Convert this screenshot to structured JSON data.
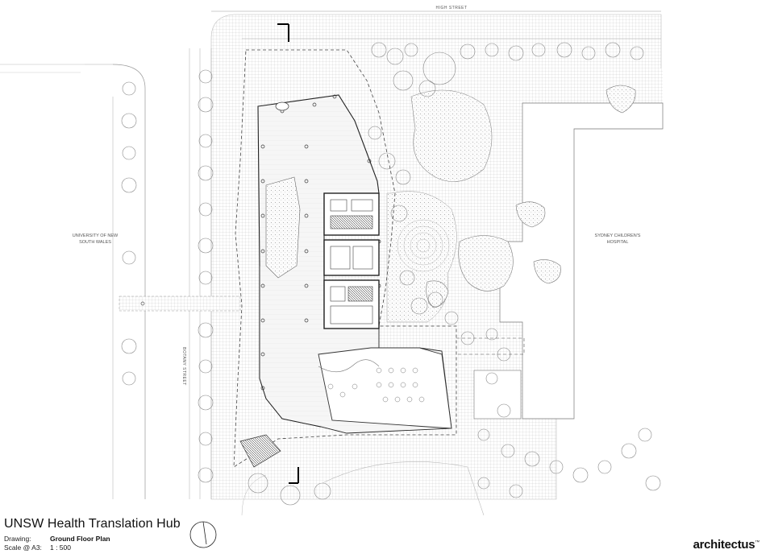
{
  "streets": {
    "north": "HIGH STREET",
    "west": "BOTANY STREET"
  },
  "zones": {
    "west_line1": "UNIVERSITY OF NEW",
    "west_line2": "SOUTH WALES",
    "east_line1": "SYDNEY CHILDREN'S",
    "east_line2": "HOSPITAL"
  },
  "title_block": {
    "project_title": "UNSW Health Translation Hub",
    "drawing_label": "Drawing:",
    "drawing_value": "Ground Floor Plan",
    "scale_label": "Scale @ A3:",
    "scale_value": "1 : 500"
  },
  "brand": {
    "name": "architectus",
    "mark": "™"
  },
  "icons": {
    "north_arrow": "north-arrow-icon",
    "section_marker": "section-marker-icon"
  }
}
